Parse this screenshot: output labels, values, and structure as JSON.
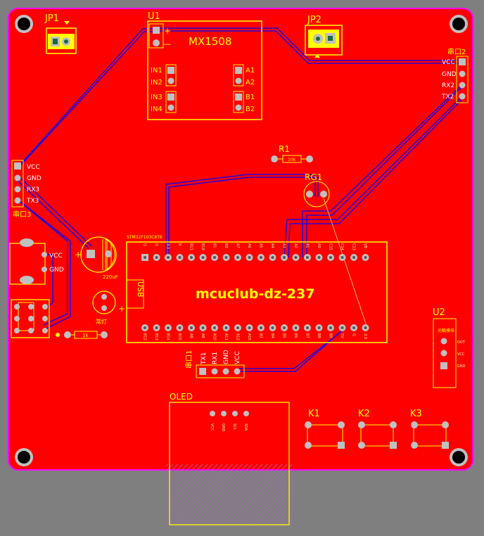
{
  "board": {
    "colors": {
      "board": "#ff0000",
      "outline": "#ff00ff",
      "silk": "#ffff00",
      "trace": "#0000ff",
      "pad": "#c0c0c0",
      "background": "#7f7f7f"
    },
    "title": "mcuclub-dz-237"
  },
  "components": {
    "jp1": "JP1",
    "jp2": "JP2",
    "u1": "U1",
    "u1_chip": "MX1508",
    "u1_pins": [
      "IN1",
      "IN2",
      "IN3",
      "IN4",
      "A1",
      "A2",
      "B1",
      "B2"
    ],
    "u1_plus": "+",
    "u1_minus": "—",
    "serial2_title": "串口2",
    "serial2_pins": [
      "VCC",
      "GND",
      "RX2",
      "TX2"
    ],
    "serial3_title": "串口3",
    "serial3_pins": [
      "VCC",
      "GND",
      "RX3",
      "TX3"
    ],
    "r1": "R1",
    "r1_value": "10k",
    "rg1": "RG1",
    "mcu_model": "STM32F103C8T6",
    "usb": "USB",
    "mcu_top_pins": [
      "G",
      "G",
      "3.3",
      "R",
      "B11",
      "B10",
      "B1",
      "B0",
      "A7",
      "A6",
      "A5",
      "A4",
      "A3",
      "A2",
      "A1",
      "A0",
      "C15",
      "C14",
      "C13",
      "VB"
    ],
    "mcu_bottom_pins": [
      "B12",
      "B13",
      "B14",
      "B15",
      "A8",
      "A9",
      "A10",
      "A11",
      "A12",
      "A15",
      "B3",
      "B4",
      "B5",
      "B6",
      "B7",
      "B8",
      "B9",
      "5V",
      "G",
      "3.3"
    ],
    "power_vcc": "VCC",
    "power_gnd": "GND",
    "cap_value": "220uF",
    "cap_plus": "+",
    "led_label": "常灯",
    "led_plus": "+",
    "res_value": "1k",
    "serial1_title": "串口1",
    "serial1_pins": [
      "TX1",
      "RX1",
      "GND",
      "VCC"
    ],
    "u2": "U2",
    "u2_model": "光敏模块",
    "u2_pins": [
      "OUT",
      "VCC",
      "GND"
    ],
    "oled": "OLED",
    "oled_pins": [
      "VCC",
      "GND",
      "SCL",
      "SDA"
    ],
    "k1": "K1",
    "k2": "K2",
    "k3": "K3"
  }
}
